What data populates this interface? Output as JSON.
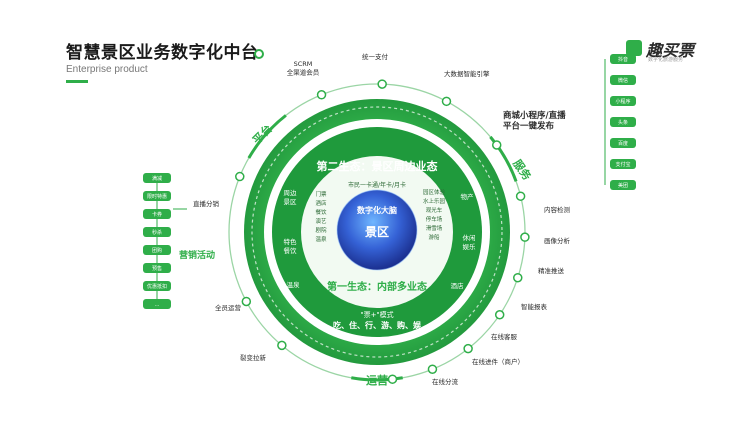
{
  "header": {
    "title": "智慧景区业务数字化中台",
    "subtitle": "Enterprise product"
  },
  "logo": {
    "name": "趣买票",
    "tagline": "数字化旅游服务"
  },
  "colors": {
    "primary_green": "#2fae49",
    "dark_green": "#1c8a3a",
    "light_green": "#dff2df",
    "core_blue": "#2b55c8"
  },
  "diagram": {
    "core": {
      "line1": "数字化大脑",
      "line2": "景区"
    },
    "ring_top_title": "第二生态：景区周边业态",
    "ring_top_sub": "市民一卡通/年卡/月卡",
    "ring_bottom_title": "第一生态：内部多业态",
    "ring_bottom_sub1": "\"票+\"模式",
    "ring_bottom_sub2": "吃、住、行、游、购、娱",
    "inner_left": [
      "周边景区",
      "特色餐饮",
      "温泉"
    ],
    "inner_left_list": [
      "门票",
      "酒店",
      "餐饮",
      "演艺",
      "剧院",
      "温泉"
    ],
    "inner_right": [
      "物产",
      "休闲娱乐",
      "酒店"
    ],
    "inner_right_list": [
      "园区体验",
      "水上乐园",
      "观光车",
      "停车场",
      "滑雪场",
      "游船"
    ],
    "arc_labels": {
      "platform": "平台",
      "service": "服务",
      "operation": "运营",
      "marketing": "营销活动"
    },
    "outer_nodes": [
      {
        "label": "SCRM\n全渠道会员"
      },
      {
        "label": "统一支付"
      },
      {
        "label": "大数据智能引擎"
      },
      {
        "label": "商城小程序/直播\n平台一键发布"
      },
      {
        "label": "内容检测"
      },
      {
        "label": "画像分析"
      },
      {
        "label": "精准推送"
      },
      {
        "label": "智能报表"
      },
      {
        "label": "在线客服"
      },
      {
        "label": "在线进件（商户）"
      },
      {
        "label": "在线分流"
      },
      {
        "label": "裂变拉新"
      },
      {
        "label": "全员运营"
      },
      {
        "label": "直播分销"
      }
    ],
    "left_tags": [
      "满减",
      "限时特惠",
      "卡券",
      "秒杀",
      "团购",
      "预售",
      "优惠抵扣",
      "…"
    ],
    "right_tags": [
      "抖音",
      "微信",
      "小程序",
      "头条",
      "百度",
      "支付宝",
      "美团"
    ]
  }
}
